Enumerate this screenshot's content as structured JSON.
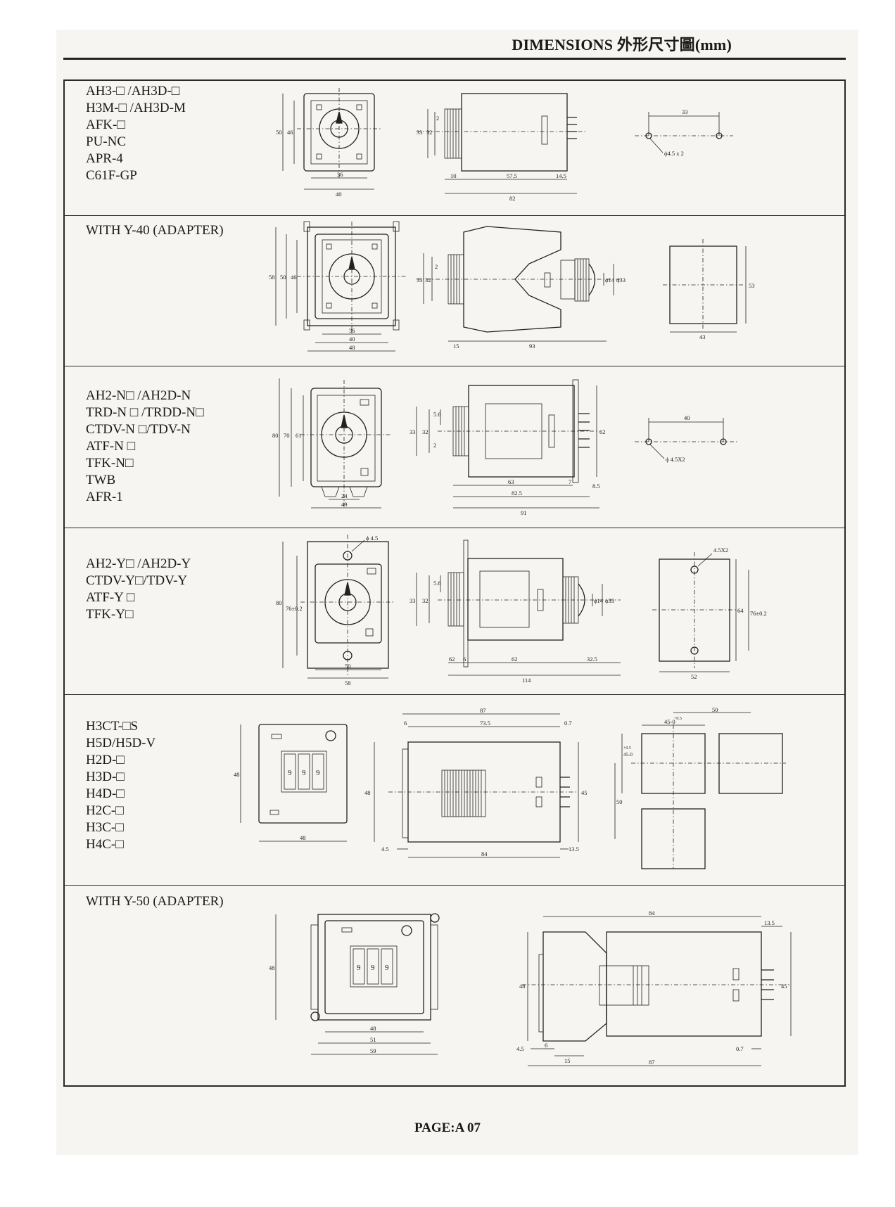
{
  "header": {
    "title": "DIMENSIONS 外形尺寸圖(mm)"
  },
  "sections": [
    {
      "models": [
        "AH3-□ /AH3D-□",
        "H3M-□ /AH3D-M",
        "AFK-□",
        "PU-NC",
        "APR-4",
        "C61F-GP"
      ],
      "front": {
        "w": [
          "36",
          "40"
        ],
        "h": [
          "50",
          "46"
        ]
      },
      "side": {
        "h": [
          "33",
          "32",
          "2"
        ],
        "w": [
          "10",
          "57.5",
          "14.5",
          "82"
        ]
      },
      "panel": {
        "pitch": "33",
        "hole": "ϕ4.5 x 2"
      }
    },
    {
      "title": "WITH Y-40 (ADAPTER)",
      "front": {
        "w": [
          "36",
          "40",
          "48"
        ],
        "h": [
          "58",
          "50",
          "46"
        ]
      },
      "side": {
        "h": [
          "33",
          "32",
          "2"
        ],
        "w": [
          "15",
          "93"
        ],
        "dia": [
          "ϕ14",
          "ϕ33"
        ]
      },
      "panel": {
        "w": "43",
        "h": "53"
      }
    },
    {
      "models": [
        "AH2-N□  /AH2D-N",
        "TRD-N □  /TRDD-N□",
        "CTDV-N □/TDV-N",
        "ATF-N □",
        "TFK-N□",
        "TWB",
        "AFR-1"
      ],
      "front": {
        "w": [
          "24",
          "49"
        ],
        "h": [
          "80",
          "70",
          "61"
        ]
      },
      "side": {
        "h": [
          "33",
          "32",
          "5.6",
          "2",
          "62"
        ],
        "w": [
          "63",
          "7",
          "8.5",
          "82.5",
          "91"
        ]
      },
      "panel": {
        "pitch": "40",
        "hole": "ϕ 4.5X2"
      }
    },
    {
      "models": [
        "AH2-Y□  /AH2D-Y",
        "CTDV-Y□/TDV-Y",
        "ATF-Y □",
        "TFK-Y□"
      ],
      "front": {
        "w": [
          "50",
          "58"
        ],
        "h": [
          "80",
          "76±0.2"
        ],
        "hole": "ϕ 4.5"
      },
      "side": {
        "h": [
          "33",
          "32",
          "5.6"
        ],
        "w": [
          "62",
          "6",
          "62",
          "32.5",
          "114"
        ],
        "dia": [
          "ϕ14",
          "ϕ33"
        ]
      },
      "panel": {
        "hole": "4.5X2",
        "h": [
          "64",
          "76±0.2"
        ],
        "w": "52"
      }
    },
    {
      "models": [
        "H3CT-□S",
        "H5D/H5D-V",
        "H2D-□",
        "H3D-□",
        "H4D-□",
        "H2C-□",
        "H3C-□",
        "H4C-□"
      ],
      "front": {
        "w": "48",
        "h": "48",
        "digits": [
          "9",
          "9",
          "9"
        ]
      },
      "side": {
        "w": [
          "87",
          "6",
          "73.5",
          "0.7",
          "4.5",
          "13.5",
          "84"
        ],
        "h": [
          "48",
          "45"
        ]
      },
      "panel": {
        "w": [
          "50",
          "45-0",
          "+0.5"
        ],
        "h": [
          "45-0",
          "+0.5",
          "50"
        ]
      }
    },
    {
      "title": "WITH Y-50 (ADAPTER)",
      "front": {
        "w": [
          "48",
          "51",
          "59"
        ],
        "h": "48",
        "digits": [
          "9",
          "9",
          "9"
        ]
      },
      "side": {
        "w": [
          "84",
          "13.5",
          "4.5",
          "6",
          "15",
          "0.7",
          "87"
        ],
        "h": [
          "48",
          "45"
        ]
      }
    }
  ],
  "footer": {
    "page": "PAGE:A 07"
  }
}
